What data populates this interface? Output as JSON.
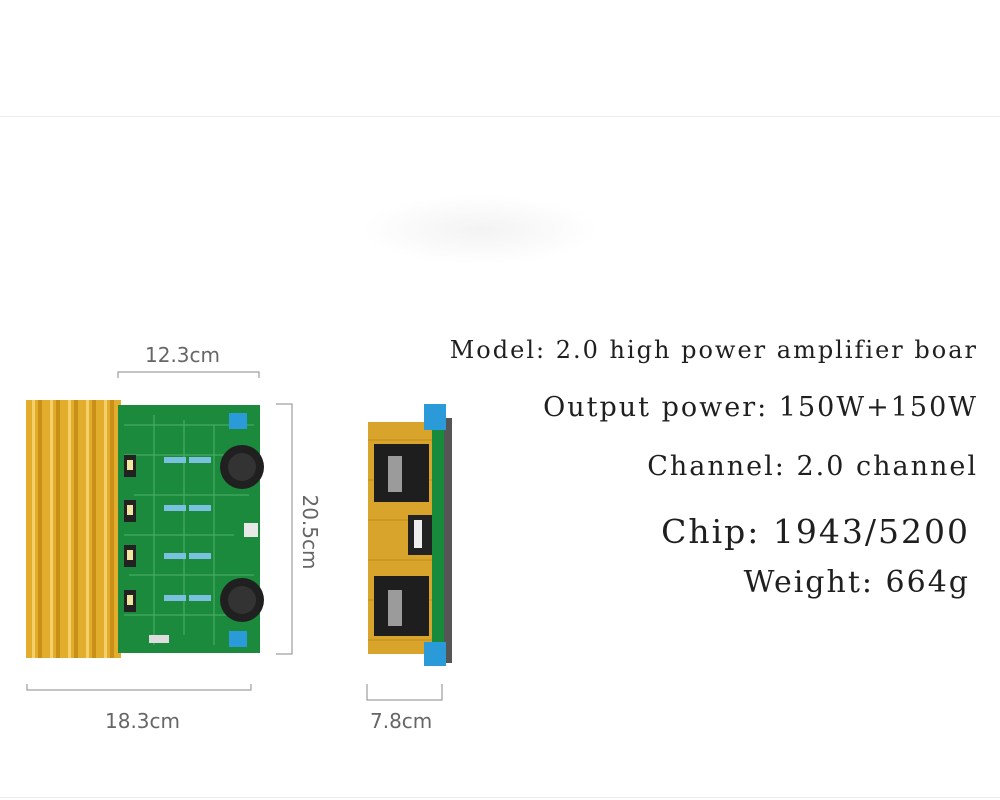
{
  "dimensions": {
    "top_width": "12.3cm",
    "height": "20.5cm",
    "bottom_width": "18.3cm",
    "side_depth": "7.8cm"
  },
  "specs": {
    "model": "Model: 2.0 high power amplifier boar",
    "output": "Output power: 150W+150W",
    "channel": "Channel: 2.0 channel",
    "chip": "Chip: 1943/5200",
    "weight": "Weight: 664g"
  },
  "colors": {
    "pcb": "#1c8a3c",
    "heatsink": "#e2ac2c",
    "connector": "#2a9ad8"
  }
}
